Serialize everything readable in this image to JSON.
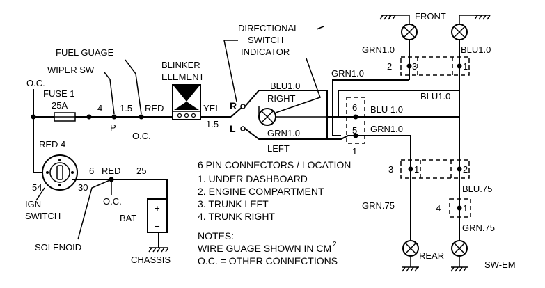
{
  "labels": {
    "oc_top": "O.C.",
    "fuse": "FUSE 1",
    "fuse_rating": "25A",
    "wiper_sw": "WIPER SW",
    "fuel_gauge": "FUEL GUAGE",
    "blinker_1": "BLINKER",
    "blinker_2": "ELEMENT",
    "directional_1": "DIRECTIONAL",
    "directional_2": "SWITCH",
    "directional_3": "INDICATOR",
    "front": "FRONT",
    "rear": "REAR",
    "sw_em": "SW-EM",
    "ign_1": "IGN",
    "ign_2": "SWITCH",
    "solenoid": "SOLENOID",
    "bat": "BAT",
    "chassis": "CHASSIS",
    "oc_bottom": "O.C.",
    "oc_mid": "O.C.",
    "right": "RIGHT",
    "left": "LEFT",
    "R": "R",
    "L": "L",
    "P": "P",
    "plus": "+",
    "minus": "−"
  },
  "wires": {
    "red4": "RED 4",
    "w4": "4",
    "w15a": "1.5",
    "red": "RED",
    "yel": "YEL",
    "w15b": "1.5",
    "blu10_r": "BLU1.0",
    "grn10_l": "GRN1.0",
    "blu10_pin6": "BLU 1.0",
    "grn10_pin5": "GRN1.0",
    "grn10_front": "GRN1.0",
    "blu10_front": "BLU1.0",
    "grn10_mid": "GRN1.0",
    "blu10_mid": "BLU1.0",
    "w6": "6",
    "red_bat": "RED",
    "w25": "25",
    "ign54": "54",
    "ign30": "30",
    "grn75": "GRN.75",
    "blu75": "BLU.75",
    "grn75_r": "GRN.75"
  },
  "connectors": {
    "c1": "1",
    "c2": "2",
    "c3": "3",
    "c4": "4",
    "p5": "5",
    "p6": "6",
    "front_l": "2",
    "front_3": "3",
    "front_1": "1",
    "rear_l1": "1",
    "rear_r2": "2",
    "rear_4": "4",
    "rear_r1": "1"
  },
  "legend": {
    "title": "6 PIN CONNECTORS / LOCATION",
    "items": [
      "1. UNDER DASHBOARD",
      "2. ENGINE COMPARTMENT",
      "3. TRUNK LEFT",
      "4. TRUNK RIGHT"
    ]
  },
  "notes": {
    "title": "NOTES:",
    "line1": "WIRE GUAGE SHOWN IN CM",
    "line1_sup": "2",
    "line2": "O.C. = OTHER CONNECTIONS"
  }
}
